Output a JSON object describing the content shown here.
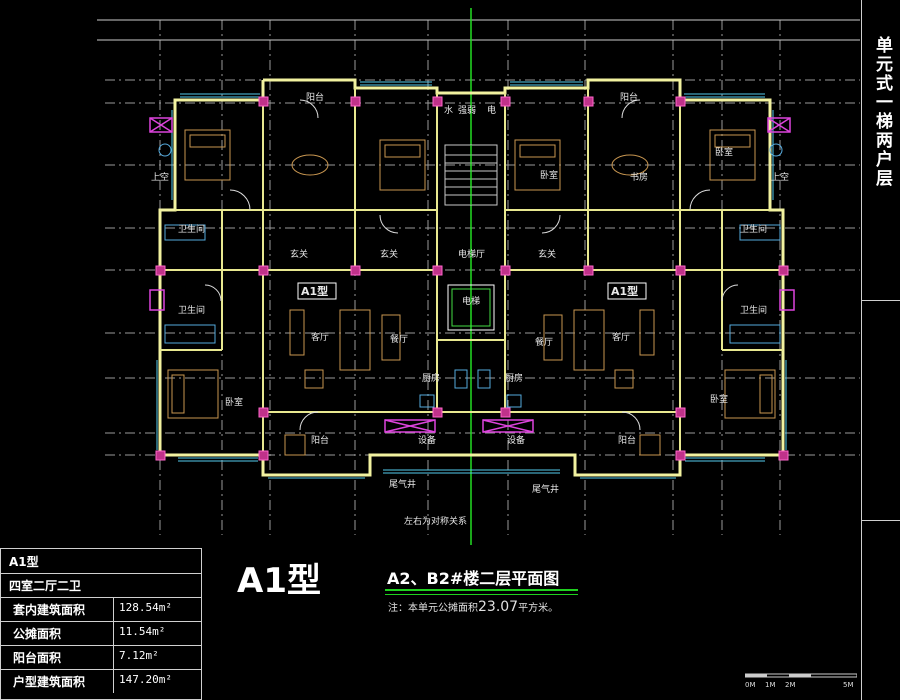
{
  "sidebar": {
    "title": "单元式一梯两户层"
  },
  "plan": {
    "rooms": {
      "balcony": "阳台",
      "study": "书房",
      "bedroom": "卧室",
      "aircon": "上空",
      "bathroom": "卫生间",
      "foyer": "玄关",
      "elevator_hall": "电梯厅",
      "elevator": "电梯",
      "living": "客厅",
      "dining": "餐厅",
      "kitchen": "厨房",
      "equipment": "设备",
      "exhaust": "尾气井",
      "shaft_labels": [
        "水",
        "强弱",
        "电"
      ]
    },
    "unit_tag": "A1型",
    "symmetry_note": "左右为对称关系"
  },
  "table": {
    "title": "A1型",
    "subtitle": "四室二厅二卫",
    "rows": [
      {
        "label": "套内建筑面积",
        "value": "128.54m²"
      },
      {
        "label": "公摊面积",
        "value": "11.54m²"
      },
      {
        "label": "阳台面积",
        "value": "7.12m²"
      },
      {
        "label": "户型建筑面积",
        "value": "147.20m²"
      }
    ]
  },
  "big_title": "A1型",
  "drawing_title": "A2、B2#楼二层平面图",
  "note": {
    "prefix": "注：本单元公摊面积",
    "number": "23.07",
    "suffix": "平方米。"
  },
  "scale_labels": [
    "0M",
    "1M",
    "2M",
    "5M"
  ]
}
